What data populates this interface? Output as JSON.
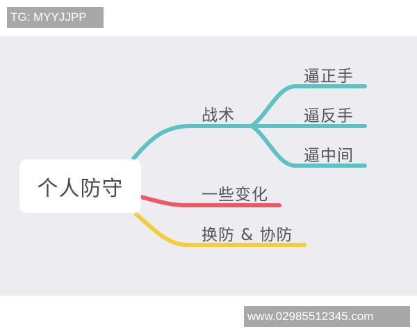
{
  "watermarks": {
    "top_left": "TG: MYYJJPP",
    "bottom_right": "www.02985512345.com"
  },
  "mindmap": {
    "root": "个人防守",
    "branches": [
      {
        "label": "战术",
        "color": "#5bc3c3",
        "children": [
          {
            "label": "逼正手"
          },
          {
            "label": "逼反手"
          },
          {
            "label": "逼中间"
          }
        ]
      },
      {
        "label": "一些变化",
        "color": "#ec5a6a",
        "children": []
      },
      {
        "label": "换防 & 协防",
        "color": "#f2ce3e",
        "children": []
      }
    ]
  },
  "colors": {
    "background": "#edecf0",
    "teal": "#5bc3c3",
    "red": "#ec5a6a",
    "yellow": "#f2ce3e"
  }
}
